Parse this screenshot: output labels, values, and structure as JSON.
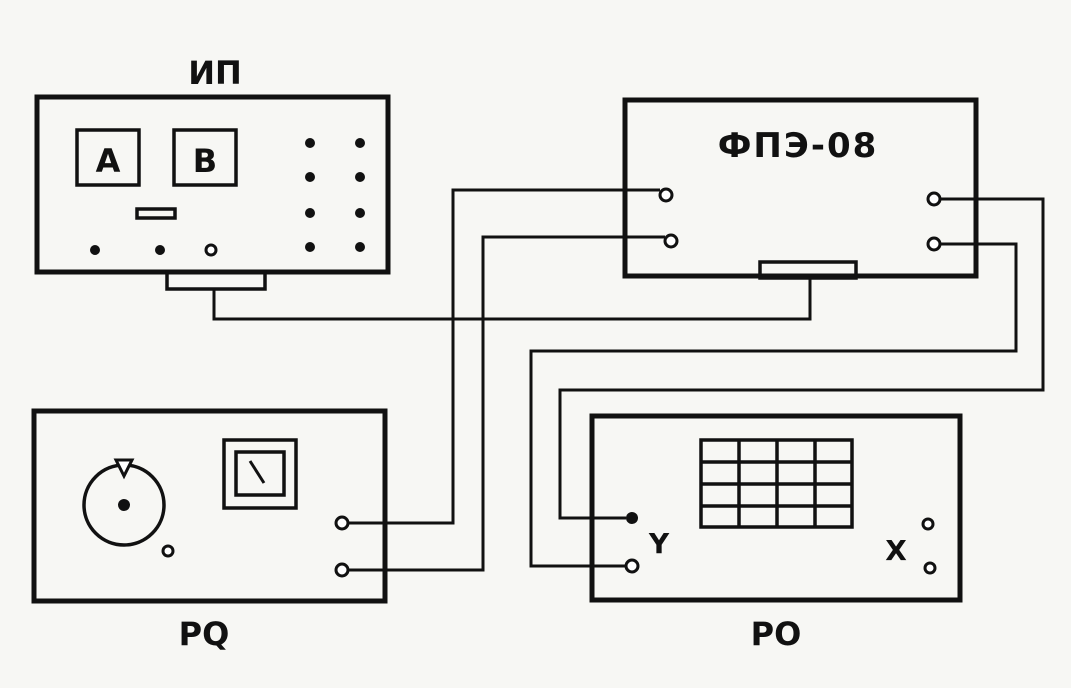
{
  "devices": {
    "power_supply": {
      "label": "ИП",
      "buttons": [
        "A",
        "B"
      ]
    },
    "fpe": {
      "label": "ФПЭ-08"
    },
    "generator": {
      "label": "PQ"
    },
    "oscilloscope": {
      "label": "PO",
      "input_y": "Y",
      "input_x": "X"
    }
  }
}
